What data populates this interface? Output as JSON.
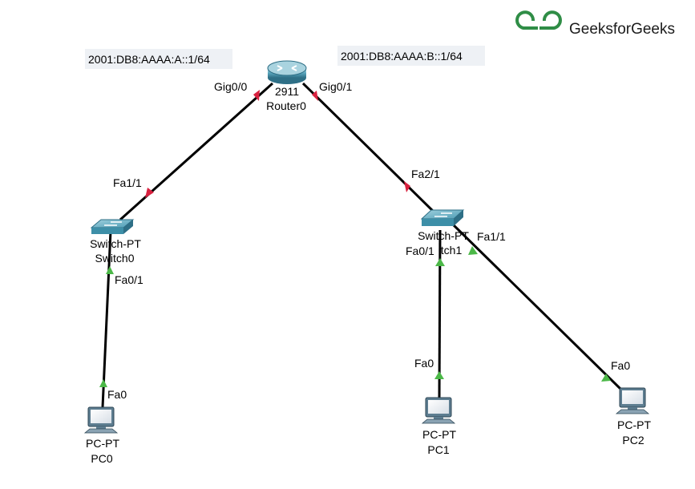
{
  "brand": {
    "name": "GeeksforGeeks",
    "logo_icon": "gfg-logo-icon",
    "color": "#2f8d46"
  },
  "colors": {
    "link": "#000000",
    "port_down": "#d8213f",
    "port_up": "#4cb848",
    "device": "#3d8fa8"
  },
  "addresses": {
    "left_subnet": "2001:DB8:AAAA:A::1/64",
    "right_subnet": "2001:DB8:AAAA:B::1/64"
  },
  "router": {
    "model": "2911",
    "name": "Router0",
    "icon": "router-icon",
    "port_left": "Gig0/0",
    "port_right": "Gig0/1"
  },
  "switch0": {
    "model": "Switch-PT",
    "name": "Switch0",
    "icon": "switch-icon",
    "port_uplink": "Fa1/1",
    "port_down": "Fa0/1"
  },
  "switch1": {
    "model": "Switch-PT",
    "name": "tch1",
    "icon": "switch-icon",
    "port_uplink": "Fa2/1",
    "port_pc1": "Fa0/1",
    "port_pc2": "Fa1/1"
  },
  "pc0": {
    "model": "PC-PT",
    "name": "PC0",
    "icon": "pc-icon",
    "port": "Fa0"
  },
  "pc1": {
    "model": "PC-PT",
    "name": "PC1",
    "icon": "pc-icon",
    "port": "Fa0"
  },
  "pc2": {
    "model": "PC-PT",
    "name": "PC2",
    "icon": "pc-icon",
    "port": "Fa0"
  }
}
